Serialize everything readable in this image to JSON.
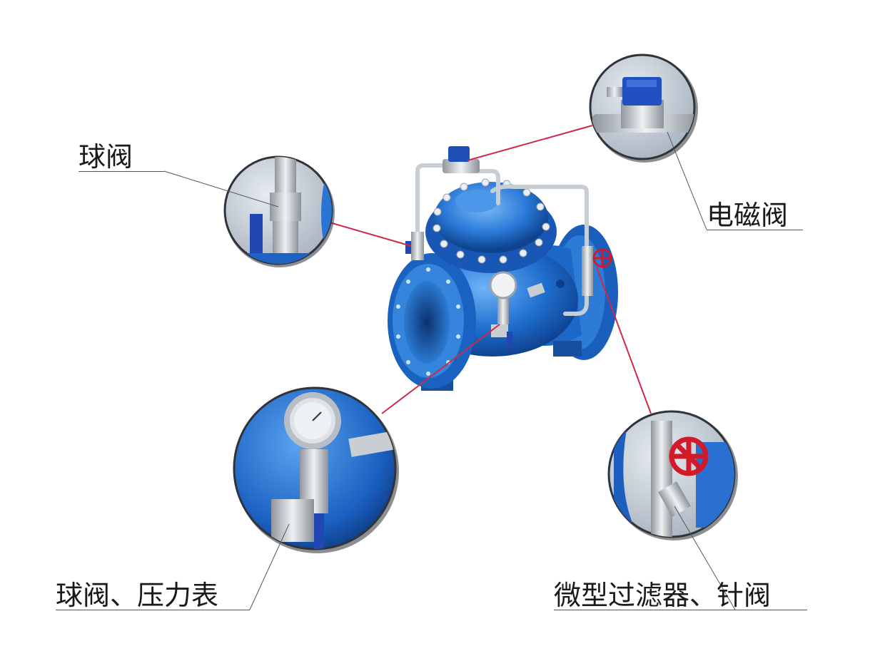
{
  "labels": {
    "ball_valve": "球阀",
    "solenoid_valve": "电磁阀",
    "ball_valve_gauge": "球阀、压力表",
    "filter_needle_valve": "微型过滤器、针阀"
  },
  "colors": {
    "valve_blue": "#1f6fd0",
    "valve_blue_dark": "#0d3f8c",
    "valve_blue_light": "#4f9cef",
    "steel": "#bfc6cc",
    "leader_red": "#d0284a",
    "handwheel_red": "#d11a2a",
    "callout_background": "#c9d2dc"
  }
}
